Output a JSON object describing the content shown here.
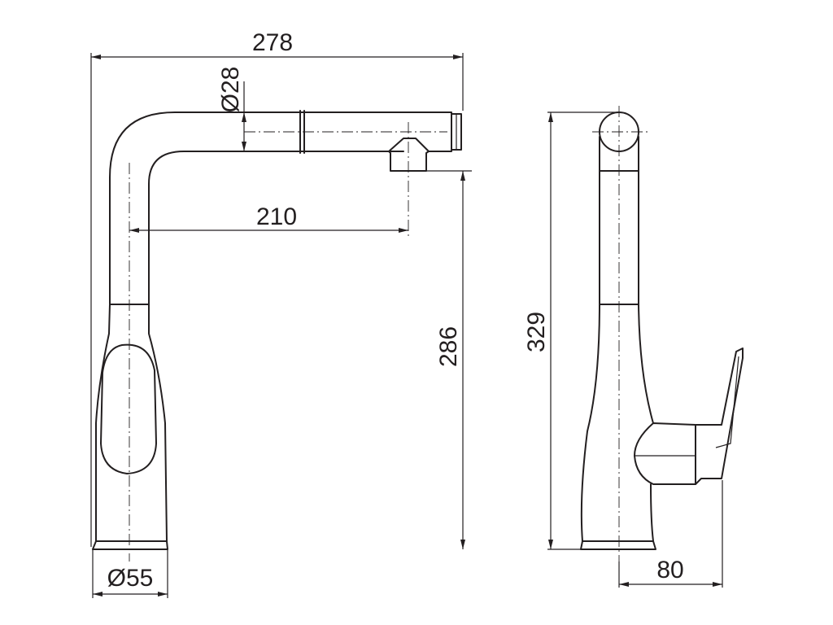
{
  "dimensions": {
    "overall_width": "278",
    "pipe_diameter": "Ø28",
    "spout_reach": "210",
    "spout_height": "286",
    "total_height": "329",
    "base_diameter": "Ø55",
    "side_depth": "80"
  },
  "colors": {
    "line": "#231f20",
    "background": "#ffffff"
  }
}
